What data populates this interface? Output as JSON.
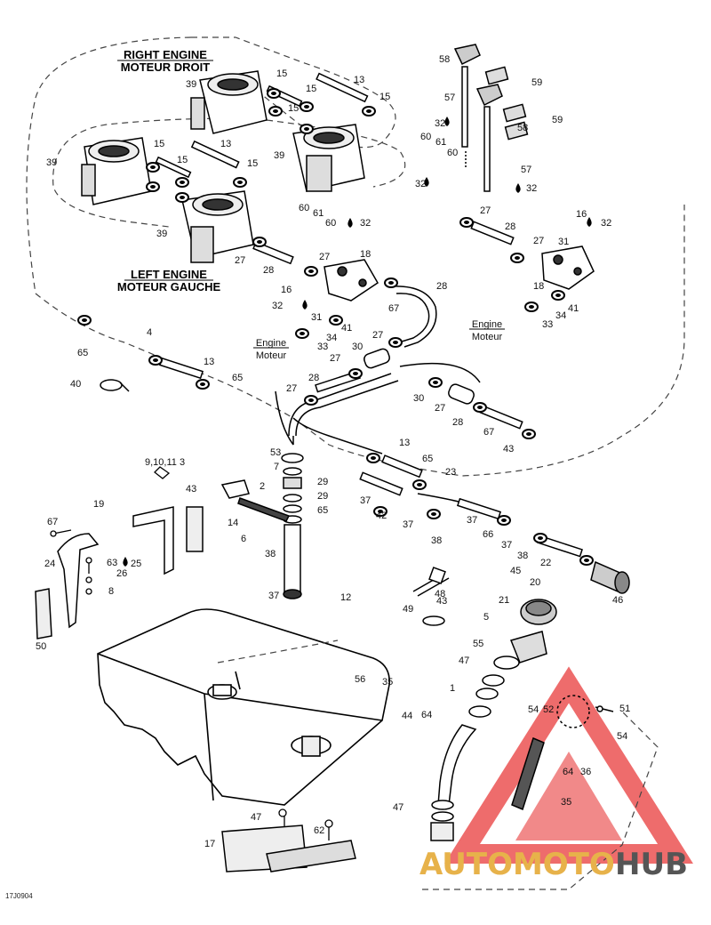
{
  "titles": {
    "right_en": "RIGHT ENGINE",
    "right_fr": "MOTEUR DROIT",
    "left_en": "LEFT ENGINE",
    "left_fr": "MOTEUR GAUCHE",
    "engine_a_en": "Engine",
    "engine_a_fr": "Moteur",
    "engine_b_en": "Engine",
    "engine_b_fr": "Moteur"
  },
  "callouts": [
    "58",
    "59",
    "57",
    "59",
    "32",
    "58",
    "60",
    "61",
    "60",
    "57",
    "32",
    "32",
    "39",
    "15",
    "15",
    "13",
    "15",
    "15",
    "39",
    "15",
    "15",
    "13",
    "15",
    "39",
    "16",
    "32",
    "27",
    "28",
    "27",
    "31",
    "60",
    "61",
    "60",
    "32",
    "39",
    "18",
    "27",
    "28",
    "27",
    "28",
    "18",
    "16",
    "32",
    "31",
    "67",
    "41",
    "34",
    "33",
    "4",
    "65",
    "13",
    "65",
    "33",
    "34",
    "41",
    "30",
    "27",
    "40",
    "27",
    "28",
    "27",
    "30",
    "27",
    "28",
    "67",
    "43",
    "53",
    "7",
    "29",
    "29",
    "65",
    "13",
    "65",
    "23",
    "9,10,11",
    "3",
    "43",
    "2",
    "19",
    "14",
    "6",
    "38",
    "37",
    "42",
    "37",
    "38",
    "37",
    "66",
    "37",
    "38",
    "22",
    "67",
    "24",
    "63",
    "25",
    "26",
    "8",
    "37",
    "12",
    "46",
    "45",
    "20",
    "48",
    "21",
    "43",
    "49",
    "5",
    "50",
    "55",
    "47",
    "56",
    "35",
    "1",
    "44",
    "64",
    "54",
    "52",
    "51",
    "54",
    "64",
    "36",
    "35",
    "47",
    "47",
    "62",
    "17"
  ],
  "watermark": {
    "auto": "AUTOMOTO",
    "hub": "HUB"
  },
  "ref_code": "17J0904"
}
